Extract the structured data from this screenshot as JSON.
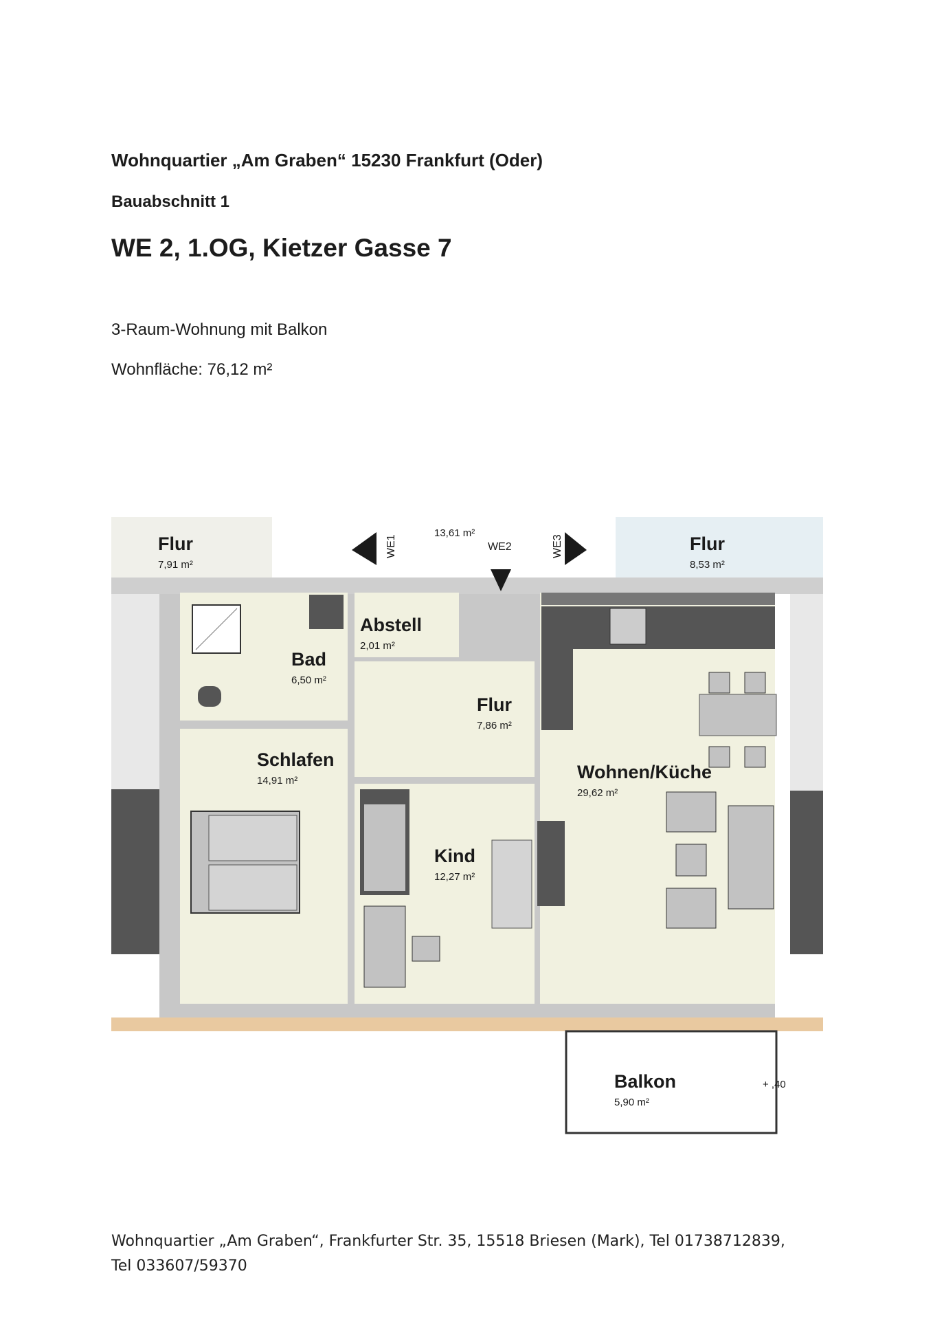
{
  "header": {
    "title": "Wohnquartier „Am Graben“ 15230 Frankfurt (Oder)",
    "section": "Bauabschnitt 1",
    "unit": "WE 2, 1.OG, Kietzer Gasse 7",
    "apartment_type": "3-Raum-Wohnung mit Balkon",
    "living_area": "Wohnfläche: 76,12 m²"
  },
  "floorplan": {
    "rooms": [
      {
        "name": "Flur",
        "area": "7,91 m²"
      },
      {
        "name": "Flur",
        "area": "8,53 m²"
      },
      {
        "name": "Abstell",
        "area": "2,01 m²"
      },
      {
        "name": "Bad",
        "area": "6,50 m²"
      },
      {
        "name": "Flur",
        "area": "7,86 m²"
      },
      {
        "name": "Schlafen",
        "area": "14,91 m²"
      },
      {
        "name": "Kind",
        "area": "12,27 m²"
      },
      {
        "name": "Wohnen/Küche",
        "area": "29,62 m²"
      },
      {
        "name": "Balkon",
        "area": "5,90 m²"
      }
    ],
    "stair_area": "13,61 m²",
    "unit_labels": [
      "WE1",
      "WE2",
      "WE3"
    ],
    "level_mark": "+ ,40",
    "colors": {
      "floor": "#f1f1e0",
      "wall": "#c8c8c8",
      "dark_furniture": "#555555",
      "light_furniture": "#c2c2c2",
      "facade": "#e9c9a0",
      "neighbour": "#e6eff3"
    }
  },
  "footer": {
    "line1": "Wohnquartier „Am Graben“, Frankfurter Str. 35, 15518 Briesen (Mark), Tel 01738712839,",
    "line2": "Tel 033607/59370"
  }
}
